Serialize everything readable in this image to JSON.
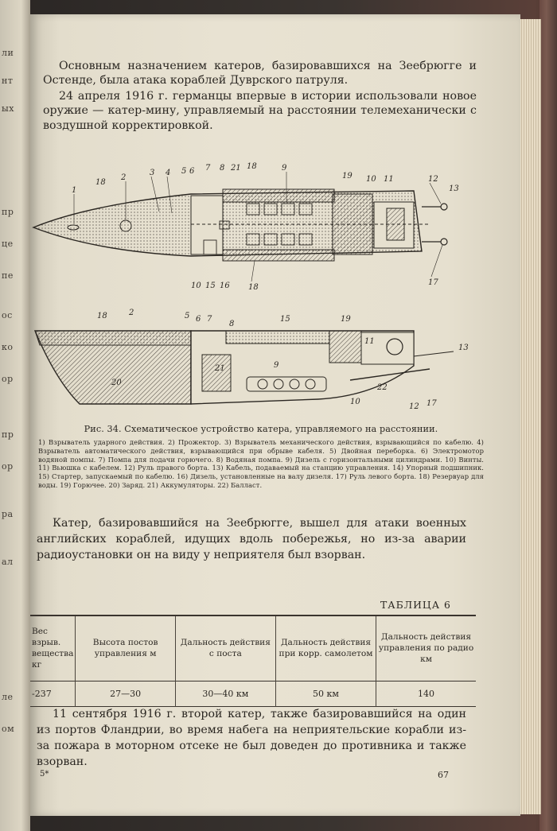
{
  "intro": {
    "p1": "Основным назначением катеров, базировавшихся на Зеебрюгге и Остенде, была атака кораблей Дуврского патруля.",
    "p2": "24 апреля 1916 г. германцы впервые в истории использовали новое оружие — катер-мину, управляемый на расстоянии телемеханически с воздушной корректировкой."
  },
  "figure": {
    "top_labels": [
      "1",
      "18",
      "2",
      "3",
      "4",
      "5",
      "6",
      "7",
      "8",
      "21",
      "18",
      "9",
      "19",
      "10",
      "11",
      "12",
      "13"
    ],
    "top_bottom_labels": [
      "10",
      "15",
      "16",
      "18",
      "17"
    ],
    "side_labels": [
      "18",
      "2",
      "5",
      "6",
      "7",
      "8",
      "15",
      "19",
      "11",
      "13",
      "21",
      "9",
      "20",
      "22",
      "10",
      "12",
      "17"
    ],
    "caption_title": "Рис. 34. Схематическое устройство катера, управляемого на расстоянии.",
    "caption_legend": "1) Взрыватель ударного действия. 2) Прожектор. 3) Взрыватель механического действия, взрывающийся по кабелю. 4) Взрыватель автоматического действия, взрывающийся при обрыве кабеля. 5) Двойная переборка. 6) Электромотор водяной помпы. 7) Помпа для подачи горючего. 8) Водяная помпа. 9) Дизель с горизонтальными цилиндрами. 10) Винты. 11) Вьюшка с кабелем. 12) Руль правого борта. 13) Кабель, подаваемый на станцию управления. 14) Упорный подшипник. 15) Стартер, запускаемый по кабелю. 16) Дизель, установленные на валу дизеля. 17) Руль левого борта. 18) Резервуар для воды. 19) Горючее. 20) Заряд. 21) Аккумуляторы. 22) Балласт."
  },
  "para2": "Катер, базировавшийся на Зеебрюгге, вышел для атаки военных английских кораблей, идущих вдоль побережья, но из-за аварии радиоустановки он на виду у неприятеля был взорван.",
  "table": {
    "title": "ТАБЛИЦА 6",
    "headers": [
      "Вес взрыв. вещества кг",
      "Высота постов управления м",
      "Дальность действия с поста",
      "Дальность действия при корр. самолетом",
      "Дальность действия управления по радио км"
    ],
    "row": [
      "-237",
      "27—30",
      "30—40 км",
      "50 км",
      "140"
    ]
  },
  "para3": "11 сентября 1916 г. второй катер, также базировавшийся на один из портов Фландрии, во время набега на неприятельские корабли из-за пожара в моторном отсеке не был доведен до противника и также взорван.",
  "footer": {
    "signature_mark": "5*",
    "page_number": "67"
  }
}
